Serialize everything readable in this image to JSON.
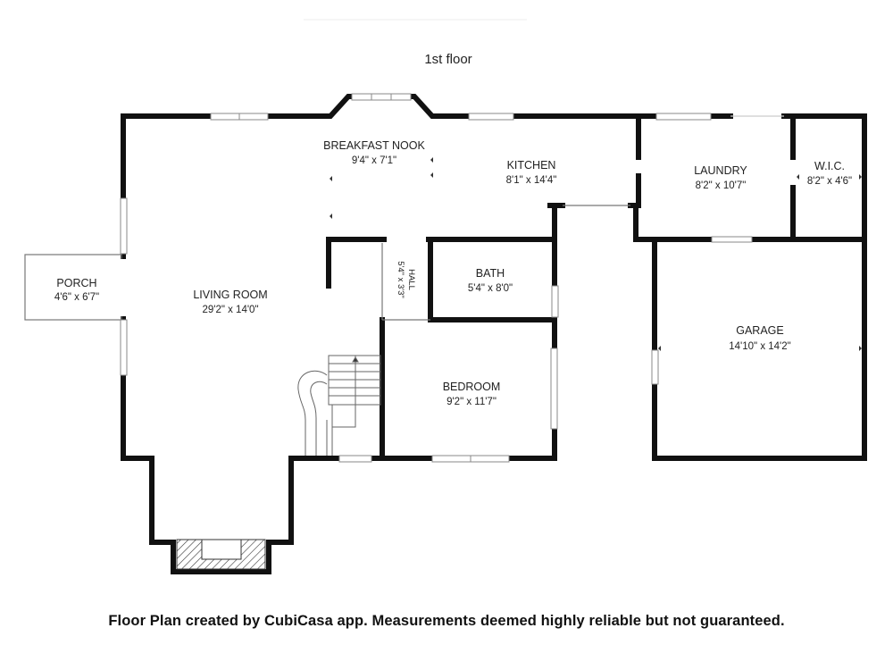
{
  "floor_title": "1st floor",
  "rooms": {
    "breakfast_nook": {
      "name": "BREAKFAST NOOK",
      "dims": "9'4\" x 7'1\""
    },
    "kitchen": {
      "name": "KITCHEN",
      "dims": "8'1\" x 14'4\""
    },
    "laundry": {
      "name": "LAUNDRY",
      "dims": "8'2\" x 10'7\""
    },
    "wic": {
      "name": "W.I.C.",
      "dims": "8'2\" x 4'6\""
    },
    "porch": {
      "name": "PORCH",
      "dims": "4'6\" x 6'7\""
    },
    "living_room": {
      "name": "LIVING ROOM",
      "dims": "29'2\" x 14'0\""
    },
    "hall": {
      "name": "HALL",
      "dims": "5'4\" x 3'3\""
    },
    "bath": {
      "name": "BATH",
      "dims": "5'4\" x 8'0\""
    },
    "bedroom": {
      "name": "BEDROOM",
      "dims": "9'2\" x 11'7\""
    },
    "garage": {
      "name": "GARAGE",
      "dims": "14'10\" x 14'2\""
    }
  },
  "footer": "Floor Plan created by CubiCasa app. Measurements deemed highly reliable but not guaranteed.",
  "colors": {
    "wall": "#111111",
    "window": "#888888",
    "background": "#ffffff"
  }
}
